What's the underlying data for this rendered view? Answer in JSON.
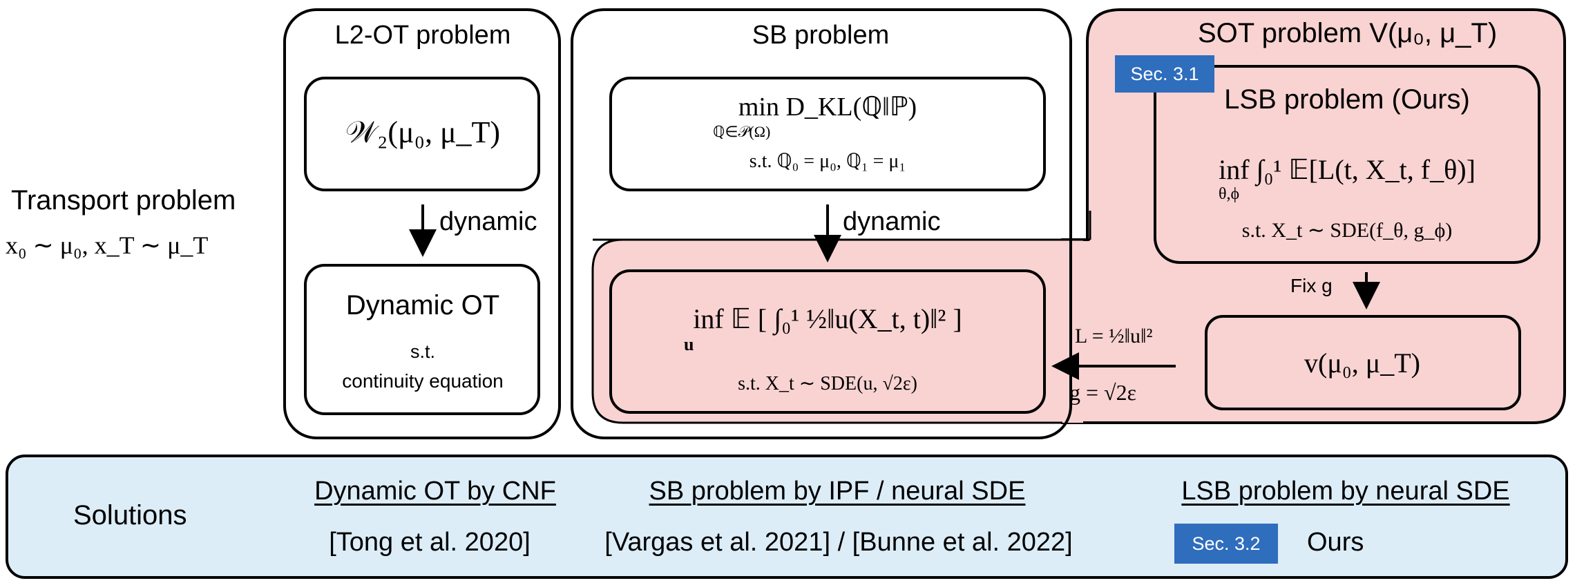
{
  "transport": {
    "title": "Transport problem",
    "formula": "x₀ ∼ μ₀,  x_T ∼ μ_T"
  },
  "l2ot": {
    "title": "L2-OT problem",
    "formula": "𝒲₂(μ₀, μ_T)",
    "arrow_label": "dynamic",
    "dyn_title": "Dynamic OT",
    "dyn_st": "s.t.",
    "dyn_constraint": "continuity equation"
  },
  "sb": {
    "title": "SB problem",
    "min_line": "min D_KL(ℚ‖ℙ)",
    "min_sub": "ℚ∈𝒫(Ω)",
    "constraint": "s.t.  ℚ₀ = μ₀,  ℚ₁ = μ₁",
    "arrow_label": "dynamic",
    "inf_line": "inf 𝔼 [ ∫₀¹ ½‖u(X_t, t)‖² ]",
    "inf_sub": "u",
    "inf_constraint": "s.t.  X_t ∼ SDE(u, √2ε)"
  },
  "sot": {
    "title": "SOT problem V(μ₀, μ_T)",
    "sec_tag": "Sec. 3.1",
    "lsb_title": "LSB problem (Ours)",
    "lsb_line": "inf ∫₀¹ 𝔼[L(t, X_t, f_θ)]",
    "lsb_sub": "θ,ϕ",
    "lsb_constraint": "s.t.  X_t ∼ SDE(f_θ, g_ϕ)",
    "fix_label": "Fix g",
    "v_formula": "v(μ₀, μ_T)",
    "l_formula": "L = ½‖u‖²",
    "g_formula": "g = √2ε"
  },
  "solutions": {
    "label": "Solutions",
    "col1_title": "Dynamic OT by CNF",
    "col1_ref": "[Tong et al. 2020]",
    "col2_title": "SB problem by IPF / neural SDE",
    "col2_ref": "[Vargas et al. 2021] / [Bunne et al. 2022]",
    "col3_title": "LSB problem by neural SDE",
    "col3_tag": "Sec. 3.2",
    "col3_ref": "Ours"
  },
  "colors": {
    "pink": "#f8d3d2",
    "blue_panel": "#dcedf8",
    "tag_blue": "#2f6dbd",
    "stroke": "#000000"
  }
}
